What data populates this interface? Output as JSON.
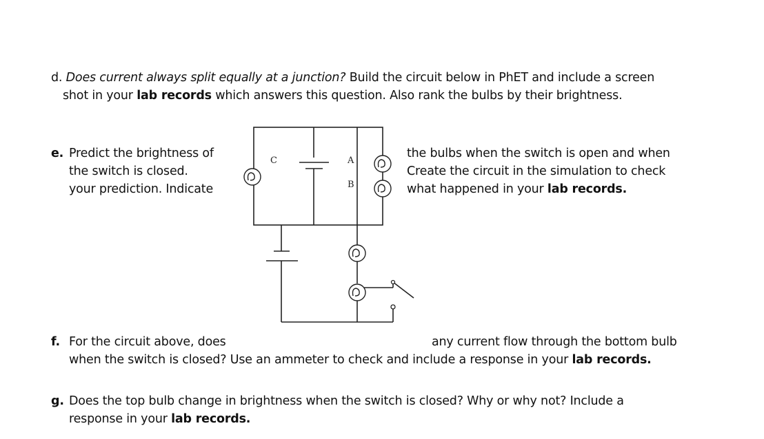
{
  "d": {
    "marker": "d.",
    "question": "Does current always split equally at a junction?",
    "line1_rest": "Build the circuit below in PhET and include a screen",
    "line2_a": "shot in your",
    "line2_bold": "lab records",
    "line2_b": "which answers this question. Also rank the bulbs by their brightness."
  },
  "e": {
    "marker": "e.",
    "left_lines": [
      "Predict the brightness of",
      "the switch is closed.",
      "your prediction. Indicate"
    ],
    "right_line1": "the bulbs when the switch is open and when",
    "right_line2": "Create the circuit in the simulation to check",
    "right_line3_a": "what happened in your",
    "right_line3_bold": "lab records."
  },
  "circuit": {
    "label_c": "C",
    "label_a": "A",
    "label_b": "B"
  },
  "f": {
    "marker": "f.",
    "line1_a": "For the circuit above, does",
    "line1_b": "any current flow through the bottom bulb",
    "line2_a": "when the switch is closed? Use an ammeter to check and include a response in your",
    "line2_bold": "lab records."
  },
  "g": {
    "marker": "g.",
    "line1": "Does the top bulb change in brightness when the switch is closed? Why or why not? Include a",
    "line2_a": "response in your",
    "line2_bold": "lab records."
  }
}
